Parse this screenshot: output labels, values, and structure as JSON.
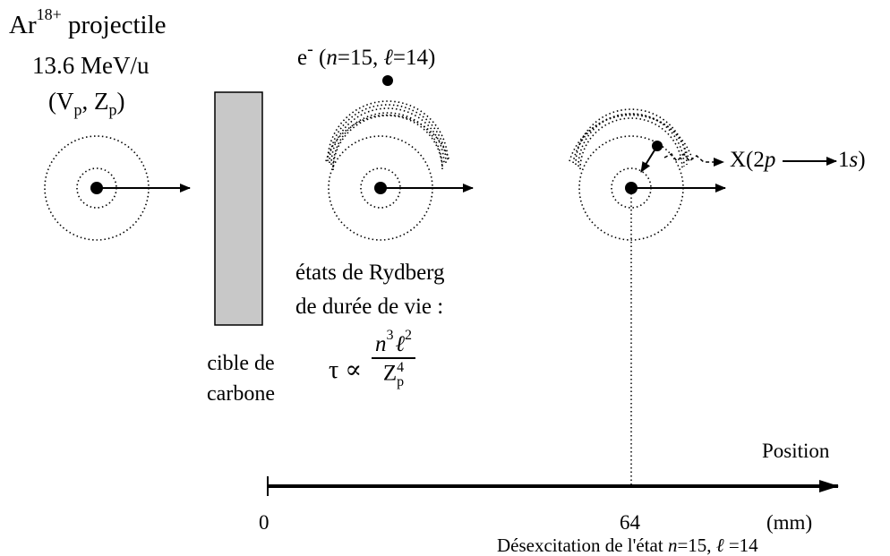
{
  "projectile": {
    "ion": "Ar",
    "charge": "18+",
    "label": "projectile",
    "energy": "13.6 MeV/u",
    "params_open": "(V",
    "params_vsub": "p",
    "params_mid": ", Z",
    "params_zsub": "p",
    "params_close": ")"
  },
  "target": {
    "line1": "cible de",
    "line2": "carbone"
  },
  "electron": {
    "symbol": "e",
    "sign": "-",
    "open": " (",
    "n_var": "n",
    "n_eq": "=15, ",
    "l_var": "ℓ",
    "l_eq": "=14)"
  },
  "rydberg": {
    "line1": "états de Rydberg",
    "line2": "de durée de vie :"
  },
  "formula": {
    "tau": "τ ∝",
    "num_n": "n",
    "num_n_exp": "3",
    "num_l": "ℓ",
    "num_l_exp": "2",
    "den_z": "Z",
    "den_z_exp": "4",
    "den_z_sub": "p"
  },
  "xray": {
    "prefix": "X(2",
    "p_var": "p",
    "s_num": "1",
    "s_var": "s",
    "close": ")"
  },
  "axis": {
    "label": "Position",
    "tick_0": "0",
    "tick_64": "64",
    "unit": "(mm)"
  },
  "caption": {
    "text": "Désexcitation de l'état ",
    "n_var": "n",
    "n_eq": "=15, ",
    "l_var": "ℓ",
    "l_eq": " =14"
  }
}
